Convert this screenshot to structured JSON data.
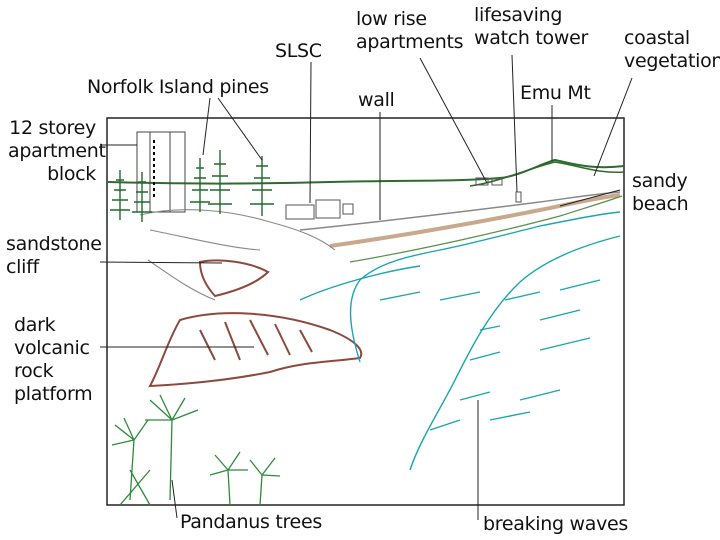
{
  "labels": {
    "low_rise": [
      "low rise",
      "apartments"
    ],
    "lifesaving": [
      "lifesaving",
      "watch tower"
    ],
    "coastal": [
      "coastal",
      "vegetation"
    ],
    "slsc": "SLSC",
    "norfolk": "Norfolk Island pines",
    "apartment_block": [
      "12 storey",
      "apartment",
      "block"
    ],
    "wall": "wall",
    "emu": "Emu Mt",
    "sandy": [
      "sandy",
      "beach"
    ],
    "sandstone": [
      "sandstone",
      "cliff"
    ],
    "volcanic": [
      "dark",
      "volcanic",
      "rock",
      "platform"
    ],
    "pandanus": "Pandanus trees",
    "breaking": "breaking waves"
  },
  "colors": {
    "frame": "#222222",
    "vegetation": "#2f6b2e",
    "pines": "#1f6b2a",
    "rock": "#8b4a3c",
    "waves": "#19a6b0",
    "sand": "#c8a98e",
    "pandanus": "#2e8b3a",
    "leader": "#222222"
  }
}
